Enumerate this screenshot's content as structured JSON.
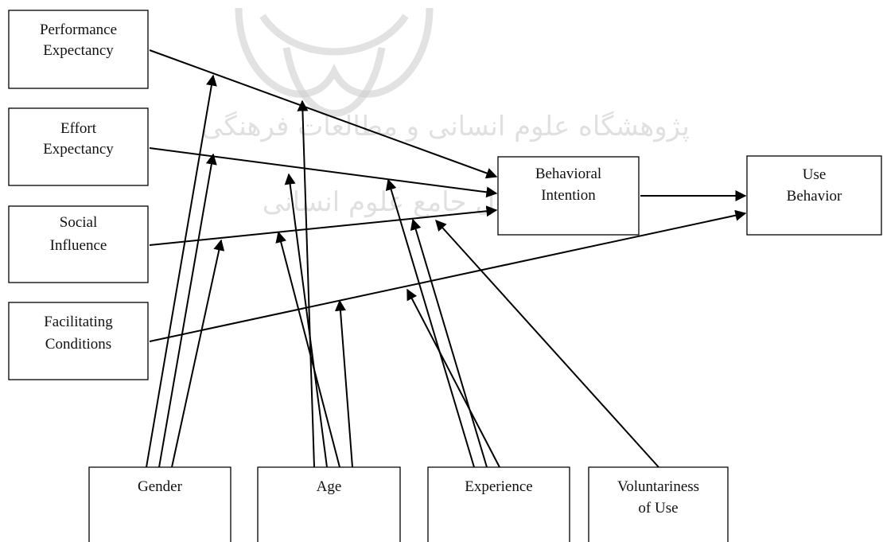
{
  "watermark": {
    "line1": "پژوهشگاه علوم انسانی و مطالعات فرهنگی",
    "line2": "پرتال جامع علوم انسانی"
  },
  "nodes": {
    "performance_expectancy": {
      "line1": "Performance",
      "line2": "Expectancy"
    },
    "effort_expectancy": {
      "line1": "Effort",
      "line2": "Expectancy"
    },
    "social_influence": {
      "line1": "Social",
      "line2": "Influence"
    },
    "facilitating_conditions": {
      "line1": "Facilitating",
      "line2": "Conditions"
    },
    "behavioral_intention": {
      "line1": "Behavioral",
      "line2": "Intention"
    },
    "use_behavior": {
      "line1": "Use",
      "line2": "Behavior"
    },
    "gender": {
      "line1": "Gender"
    },
    "age": {
      "line1": "Age"
    },
    "experience": {
      "line1": "Experience"
    },
    "voluntariness_of_use": {
      "line1": "Voluntariness",
      "line2": "of Use"
    }
  },
  "edges": [
    {
      "from": "performance_expectancy",
      "to": "behavioral_intention"
    },
    {
      "from": "effort_expectancy",
      "to": "behavioral_intention"
    },
    {
      "from": "social_influence",
      "to": "behavioral_intention"
    },
    {
      "from": "facilitating_conditions",
      "to": "use_behavior"
    },
    {
      "from": "behavioral_intention",
      "to": "use_behavior"
    }
  ],
  "moderators": [
    {
      "from": "gender",
      "to": "edge-performance_expectancy-behavioral_intention"
    },
    {
      "from": "gender",
      "to": "edge-effort_expectancy-behavioral_intention"
    },
    {
      "from": "gender",
      "to": "edge-social_influence-behavioral_intention"
    },
    {
      "from": "age",
      "to": "edge-performance_expectancy-behavioral_intention"
    },
    {
      "from": "age",
      "to": "edge-effort_expectancy-behavioral_intention"
    },
    {
      "from": "age",
      "to": "edge-social_influence-behavioral_intention"
    },
    {
      "from": "age",
      "to": "edge-facilitating_conditions-use_behavior"
    },
    {
      "from": "experience",
      "to": "edge-effort_expectancy-behavioral_intention"
    },
    {
      "from": "experience",
      "to": "edge-social_influence-behavioral_intention"
    },
    {
      "from": "experience",
      "to": "edge-facilitating_conditions-use_behavior"
    },
    {
      "from": "voluntariness_of_use",
      "to": "edge-social_influence-behavioral_intention"
    }
  ]
}
